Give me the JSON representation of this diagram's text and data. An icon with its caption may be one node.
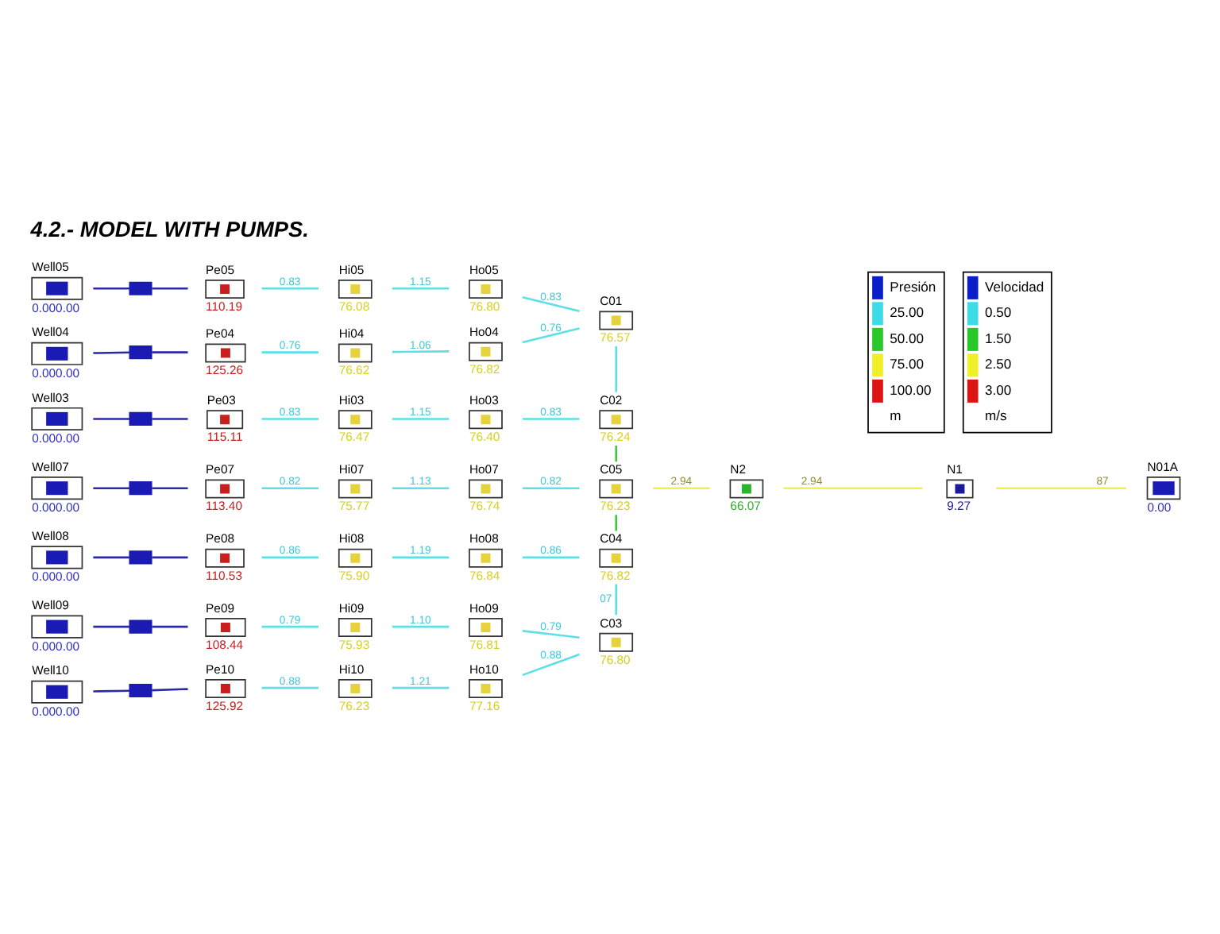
{
  "diagram": {
    "title": "4.2.- MODEL WITH PUMPS.",
    "nodes": [
      {
        "text": [
          "Well05",
          "0.000.00"
        ]
      },
      {
        "text": [],
        "shape": "pump"
      },
      {
        "text": [
          "Pe05",
          "110.19"
        ]
      },
      {
        "text": [
          "Hi05",
          "76.08"
        ]
      },
      {
        "text": [
          "Ho05",
          "76.80"
        ]
      },
      {
        "text": [
          "Well04",
          "0.000.00"
        ]
      },
      {
        "text": [],
        "shape": "pump"
      },
      {
        "text": [
          "Pe04",
          "125.26"
        ]
      },
      {
        "text": [
          "Hi04",
          "76.62"
        ]
      },
      {
        "text": [
          "Ho04",
          "76.82"
        ]
      },
      {
        "text": [
          "Well03",
          "0.000.00"
        ]
      },
      {
        "text": [],
        "shape": "pump"
      },
      {
        "text": [
          "Pe03",
          "115.11"
        ]
      },
      {
        "text": [
          "Hi03",
          "76.47"
        ]
      },
      {
        "text": [
          "Ho03",
          "76.40"
        ]
      },
      {
        "text": [
          "Well07",
          "0.000.00"
        ]
      },
      {
        "text": [],
        "shape": "pump"
      },
      {
        "text": [
          "Pe07",
          "113.40"
        ]
      },
      {
        "text": [
          "Hi07",
          "75.77"
        ]
      },
      {
        "text": [
          "Ho07",
          "76.74"
        ]
      },
      {
        "text": [
          "Well08",
          "0.000.00"
        ]
      },
      {
        "text": [],
        "shape": "pump"
      },
      {
        "text": [
          "Pe08",
          "110.53"
        ]
      },
      {
        "text": [
          "Hi08",
          "75.90"
        ]
      },
      {
        "text": [
          "Ho08",
          "76.84"
        ]
      },
      {
        "text": [
          "Well09",
          "0.000.00"
        ]
      },
      {
        "text": [],
        "shape": "pump"
      },
      {
        "text": [
          "Pe09",
          "108.44"
        ]
      },
      {
        "text": [
          "Hi09",
          "75.93"
        ]
      },
      {
        "text": [
          "Ho09",
          "76.81"
        ]
      },
      {
        "text": [
          "Well10",
          "0.000.00"
        ]
      },
      {
        "text": [],
        "shape": "pump"
      },
      {
        "text": [
          "Pe10",
          "125.92"
        ]
      },
      {
        "text": [
          "Hi10",
          "76.23"
        ]
      },
      {
        "text": [
          "Ho10",
          "77.16"
        ]
      },
      {
        "text": [
          "C01",
          "76.57"
        ]
      },
      {
        "text": [
          "C02",
          "76.24"
        ]
      },
      {
        "text": [
          "C05",
          "76.23"
        ]
      },
      {
        "text": [
          "C04",
          "76.82"
        ]
      },
      {
        "text": [
          "C03",
          "76.80"
        ]
      },
      {
        "text": [
          "N2",
          "66.07"
        ]
      },
      {
        "text": [
          "N1",
          "9.27"
        ]
      },
      {
        "text": [
          "N01A",
          "0.00"
        ]
      }
    ],
    "edges": [
      {
        "from": 0,
        "to": 1,
        "arrow": "none",
        "color": "#2a2aa8"
      },
      {
        "from": 1,
        "to": 2,
        "arrow": "none",
        "color": "#2a2aa8"
      },
      {
        "from": 2,
        "to": 3,
        "arrow": "none",
        "label": "0.83"
      },
      {
        "from": 3,
        "to": 4,
        "arrow": "none",
        "label": "1.15"
      },
      {
        "from": 4,
        "to": 35,
        "arrow": "none",
        "label": "0.83"
      },
      {
        "from": 5,
        "to": 6,
        "arrow": "none",
        "color": "#2a2aa8"
      },
      {
        "from": 6,
        "to": 7,
        "arrow": "none",
        "color": "#2a2aa8"
      },
      {
        "from": 7,
        "to": 8,
        "arrow": "none",
        "label": "0.76"
      },
      {
        "from": 8,
        "to": 9,
        "arrow": "none",
        "label": "1.06"
      },
      {
        "from": 9,
        "to": 35,
        "arrow": "none",
        "label": "0.76"
      },
      {
        "from": 10,
        "to": 11,
        "arrow": "none",
        "color": "#2a2aa8"
      },
      {
        "from": 11,
        "to": 12,
        "arrow": "none",
        "color": "#2a2aa8"
      },
      {
        "from": 12,
        "to": 13,
        "arrow": "none",
        "label": "0.83"
      },
      {
        "from": 13,
        "to": 14,
        "arrow": "none",
        "label": "1.15"
      },
      {
        "from": 14,
        "to": 36,
        "arrow": "none",
        "label": "0.83"
      },
      {
        "from": 15,
        "to": 16,
        "arrow": "none",
        "color": "#2a2aa8"
      },
      {
        "from": 16,
        "to": 17,
        "arrow": "none",
        "color": "#2a2aa8"
      },
      {
        "from": 17,
        "to": 18,
        "arrow": "none",
        "label": "0.82"
      },
      {
        "from": 18,
        "to": 19,
        "arrow": "none",
        "label": "1.13"
      },
      {
        "from": 19,
        "to": 37,
        "arrow": "none",
        "label": "0.82"
      },
      {
        "from": 20,
        "to": 21,
        "arrow": "none",
        "color": "#2a2aa8"
      },
      {
        "from": 21,
        "to": 22,
        "arrow": "none",
        "color": "#2a2aa8"
      },
      {
        "from": 22,
        "to": 23,
        "arrow": "none",
        "label": "0.86"
      },
      {
        "from": 23,
        "to": 24,
        "arrow": "none",
        "label": "1.19"
      },
      {
        "from": 24,
        "to": 38,
        "arrow": "none",
        "label": "0.86"
      },
      {
        "from": 25,
        "to": 26,
        "arrow": "none",
        "color": "#2a2aa8"
      },
      {
        "from": 26,
        "to": 27,
        "arrow": "none",
        "color": "#2a2aa8"
      },
      {
        "from": 27,
        "to": 28,
        "arrow": "none",
        "label": "0.79"
      },
      {
        "from": 28,
        "to": 29,
        "arrow": "none",
        "label": "1.10"
      },
      {
        "from": 29,
        "to": 39,
        "arrow": "none",
        "label": "0.79"
      },
      {
        "from": 30,
        "to": 31,
        "arrow": "none",
        "color": "#2a2aa8"
      },
      {
        "from": 31,
        "to": 32,
        "arrow": "none",
        "color": "#2a2aa8"
      },
      {
        "from": 32,
        "to": 33,
        "arrow": "none",
        "label": "0.88"
      },
      {
        "from": 33,
        "to": 34,
        "arrow": "none",
        "label": "1.21"
      },
      {
        "from": 34,
        "to": 39,
        "arrow": "none",
        "label": "0.88"
      },
      {
        "from": 35,
        "to": 36,
        "arrow": "none"
      },
      {
        "from": 36,
        "to": 37,
        "arrow": "none",
        "color": "#3cc83c"
      },
      {
        "from": 37,
        "to": 38,
        "arrow": "none",
        "color": "#3cc83c"
      },
      {
        "from": 38,
        "to": 39,
        "arrow": "none",
        "label": "07"
      },
      {
        "from": 37,
        "to": 40,
        "arrow": "none",
        "label": "2.94",
        "color": "#f0f050"
      },
      {
        "from": 40,
        "to": 41,
        "arrow": "none",
        "label": "2.94",
        "color": "#f0f050"
      },
      {
        "from": 41,
        "to": 42,
        "arrow": "none",
        "label": "87",
        "color": "#f0f050"
      }
    ],
    "labels": [
      "m",
      "m/s"
    ],
    "legend": [
      {
        "text": "Presión",
        "color": "#0a1ec8"
      },
      {
        "text": "25.00",
        "color": "#3cdce6"
      },
      {
        "text": "50.00",
        "color": "#28c828"
      },
      {
        "text": "75.00",
        "color": "#f0f028"
      },
      {
        "text": "100.00",
        "color": "#dc1414"
      },
      {
        "text": "Velocidad",
        "color": "#0a1ec8"
      },
      {
        "text": "0.50",
        "color": "#3cdce6"
      },
      {
        "text": "1.50",
        "color": "#28c828"
      },
      {
        "text": "2.50",
        "color": "#f0f028"
      },
      {
        "text": "3.00",
        "color": "#dc1414"
      }
    ]
  }
}
